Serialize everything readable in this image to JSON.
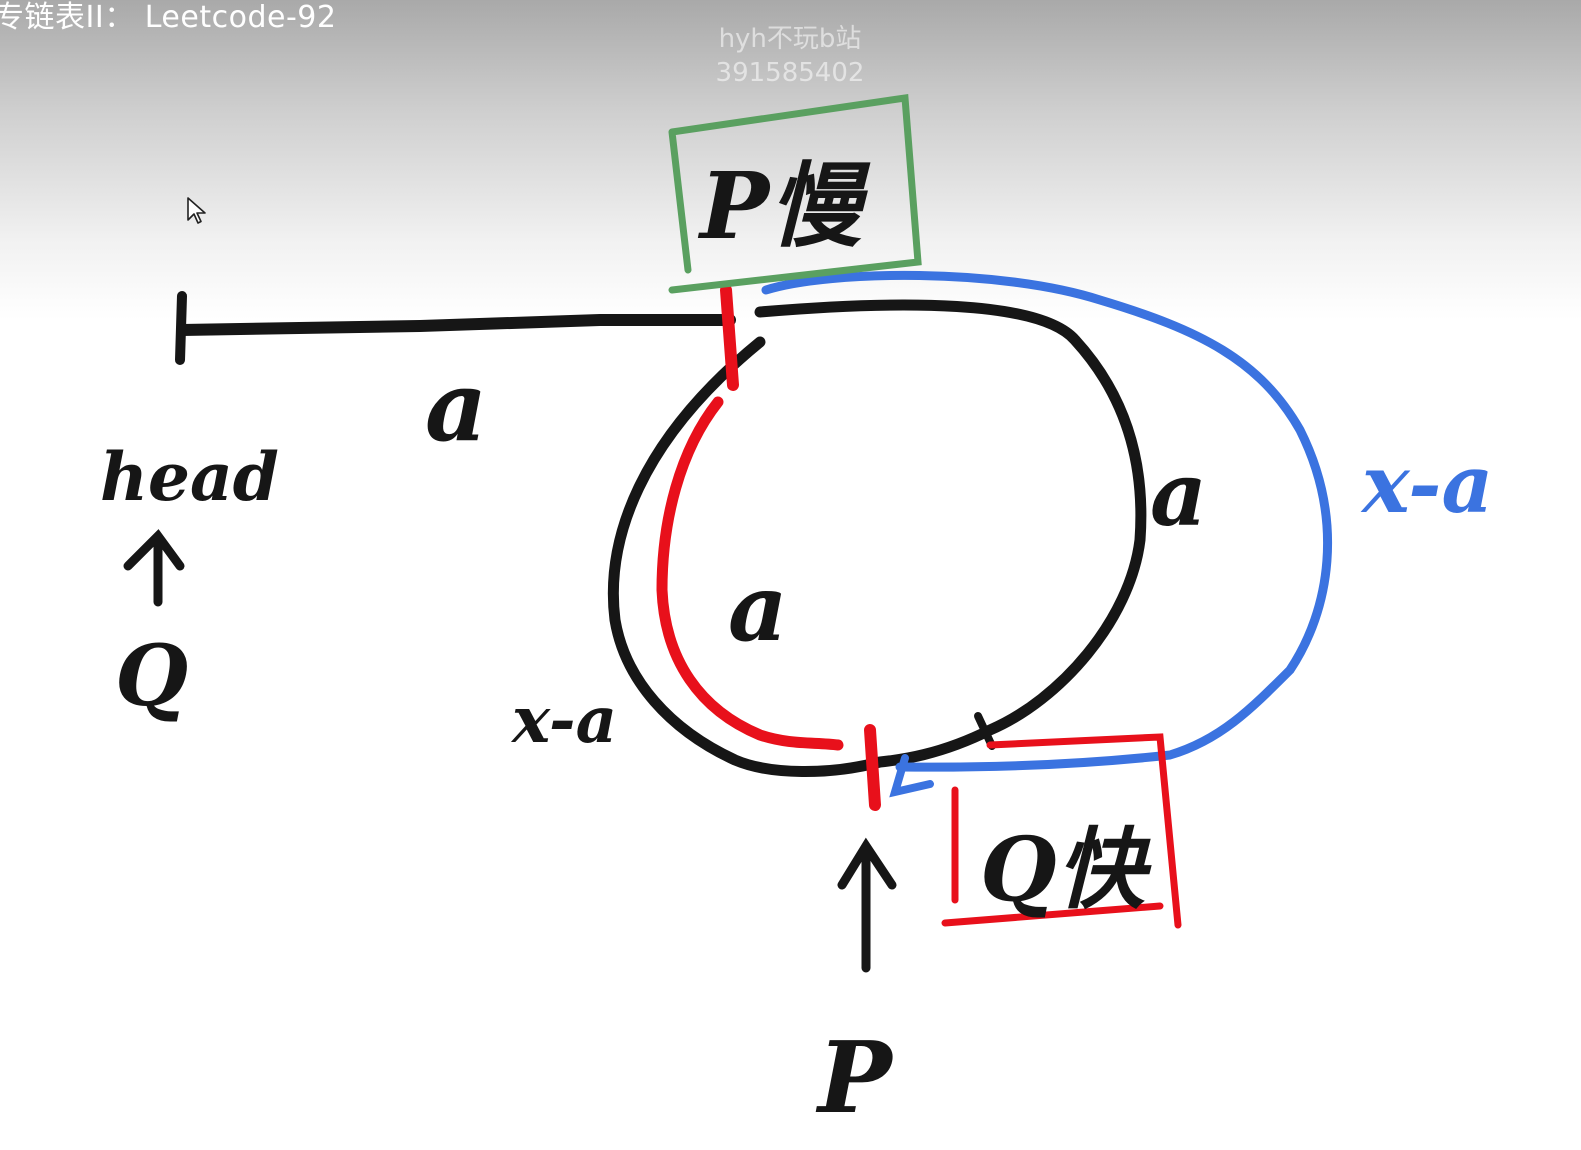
{
  "header": {
    "title": "专链表II： Leetcode-92",
    "watermark_line1": "hyh不玩b站",
    "watermark_line2": "391585402"
  },
  "labels": {
    "slow_box": "P慢",
    "fast_box": "Q快",
    "head": "head",
    "q_under_head": "Q",
    "p_bottom": "P",
    "segment_tail": "a",
    "ring_right": "a",
    "ring_inner": "a",
    "ring_lower_left": "x-a",
    "outer_blue": "x-a"
  },
  "colors": {
    "ink_black": "#161616",
    "ink_red": "#e8101b",
    "ink_blue": "#3b73e0",
    "ink_green": "#5aa060"
  }
}
